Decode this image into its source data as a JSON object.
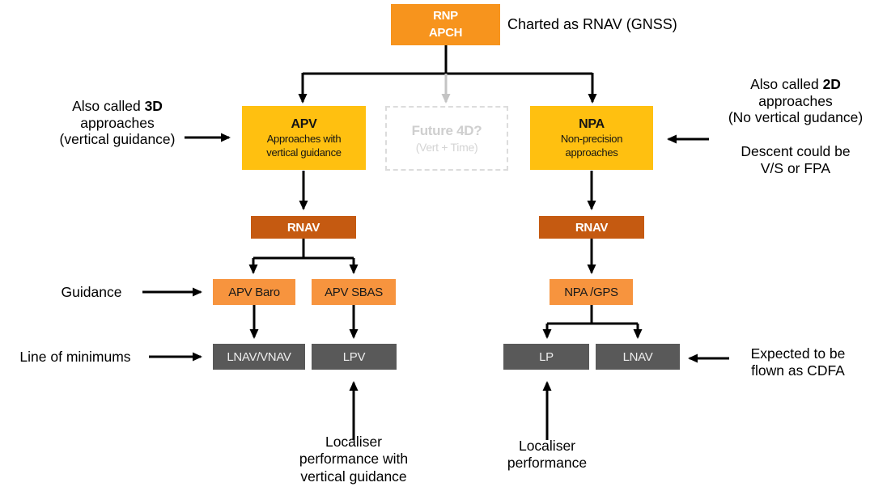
{
  "nodes": {
    "root": {
      "line1": "RNP",
      "line2": "APCH"
    },
    "apv": {
      "title": "APV",
      "sub1": "Approaches with",
      "sub2": "vertical guidance"
    },
    "future": {
      "title": "Future 4D?",
      "sub": "(Vert + Time)"
    },
    "npa": {
      "title": "NPA",
      "sub1": "Non-precision",
      "sub2": "approaches"
    },
    "rnav_left": {
      "label": "RNAV"
    },
    "rnav_right": {
      "label": "RNAV"
    },
    "apv_baro": {
      "label": "APV Baro"
    },
    "apv_sbas": {
      "label": "APV SBAS"
    },
    "npa_gps": {
      "label": "NPA /GPS"
    },
    "lnav_vnav": {
      "label": "LNAV/VNAV"
    },
    "lpv": {
      "label": "LPV"
    },
    "lp": {
      "label": "LP"
    },
    "lnav": {
      "label": "LNAV"
    }
  },
  "annotations": {
    "charted_note": "Charted as RNAV (GNSS)",
    "left_3d": {
      "l1a": "Also called ",
      "l1b": "3D",
      "l2": "approaches",
      "l3": "(vertical guidance)"
    },
    "right_2d": {
      "l1a": "Also called ",
      "l1b": "2D",
      "l2": "approaches",
      "l3": "(No vertical gudance)",
      "l4": "Descent could be",
      "l5": "V/S or FPA"
    },
    "guidance": "Guidance",
    "line_of_minimums": "Line of minimums",
    "lpv_note": {
      "l1": "Localiser",
      "l2": "performance with",
      "l3": "vertical guidance"
    },
    "lp_note": {
      "l1": "Localiser",
      "l2": "performance"
    },
    "cdfa_note": {
      "l1": "Expected to be",
      "l2": "flown as CDFA"
    }
  },
  "colors": {
    "orange": "#F7941D",
    "yellow": "#FFC010",
    "brown": "#C55A11",
    "light-orange": "#F7943E",
    "gray-box": "#595959",
    "future-gray": "#DCDCDC",
    "line": "#000000",
    "faded-line": "#C4C4C4"
  }
}
